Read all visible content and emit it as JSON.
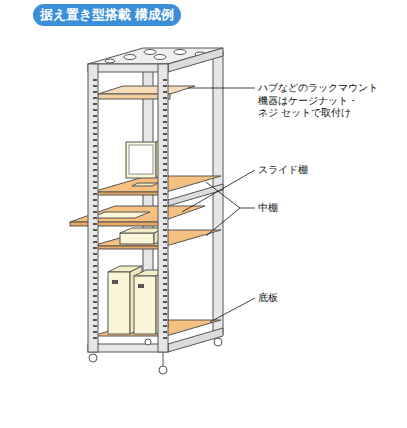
{
  "diagram": {
    "title": "据え置き型搭載 構成例",
    "labels": [
      "ハブなどのラックマウント 機器はケージナット・ネジ セットで取付け",
      "スライド棚",
      "中棚",
      "底板"
    ]
  }
}
